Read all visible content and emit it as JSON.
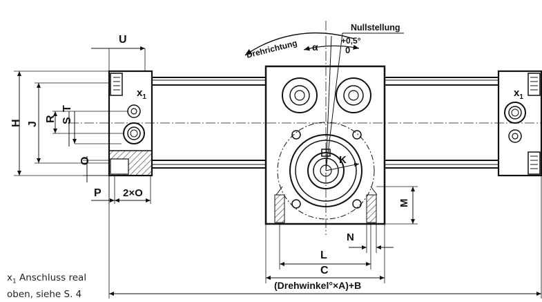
{
  "labels": {
    "u": "U",
    "h": "H",
    "j": "J",
    "r": "R",
    "s": "S",
    "t": "T",
    "o": "O",
    "p": "P",
    "two_o": "2×O",
    "x1_left": "x",
    "x1_right": "x",
    "x1_sub": "1",
    "drehrichtung": "Drehrichtung",
    "nullstellung": "Nullstellung",
    "alpha": "α",
    "tol": "+0,5°",
    "zero": "0",
    "k": "K",
    "m": "M",
    "n": "N",
    "l": "L",
    "c": "C",
    "formula": "(Drehwinkel°×A)+B"
  },
  "note": {
    "x": "x",
    "sub": "1",
    "line1": " Anschluss real",
    "line2": "oben, siehe S. 4"
  }
}
